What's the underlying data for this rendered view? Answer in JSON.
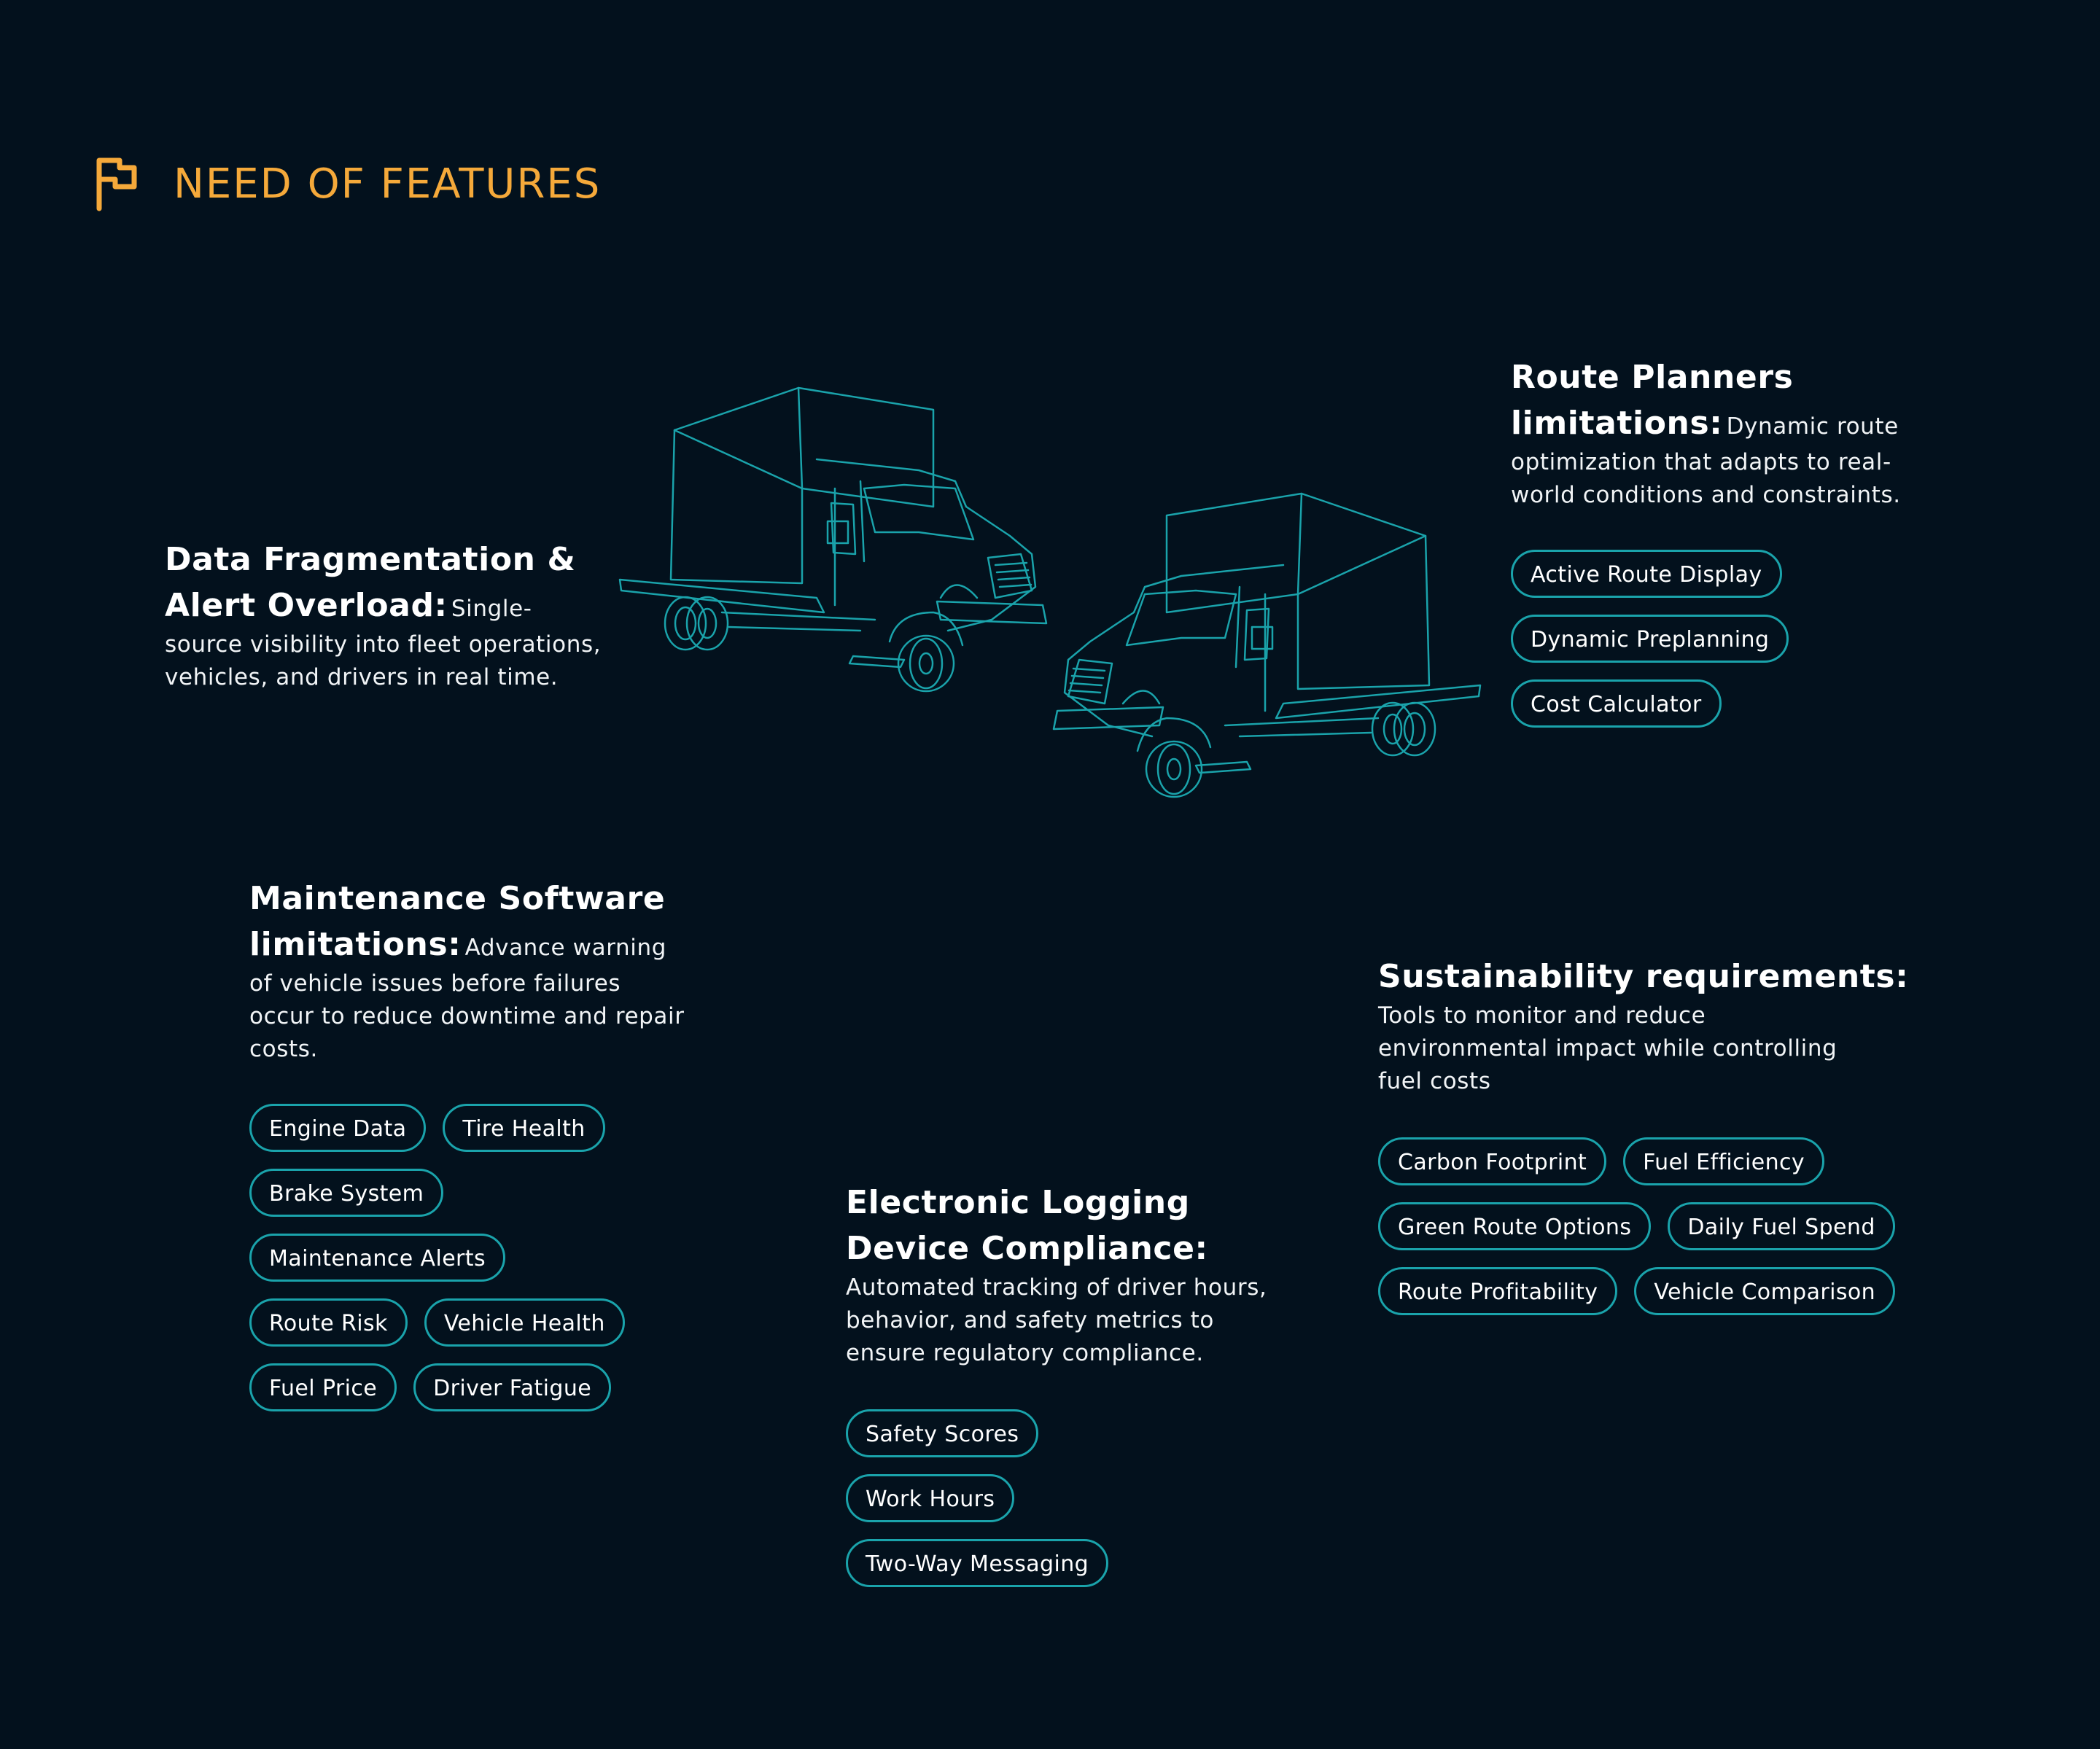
{
  "header": {
    "title": "NEED OF FEATURES",
    "icon": "flag-icon",
    "accent_color": "#f5a93a"
  },
  "sections": {
    "data_fragmentation": {
      "heading": "Data Fragmentation & Alert Overload:",
      "description": "Single-source visibility into fleet operations, vehicles, and drivers in real time."
    },
    "route_planners": {
      "heading": "Route Planners limitations:",
      "description": "Dynamic route optimization that adapts to real-world conditions and constraints.",
      "features": [
        "Active Route Display",
        "Dynamic Preplanning",
        "Cost Calculator"
      ]
    },
    "maintenance": {
      "heading": "Maintenance Software limitations:",
      "description": "Advance warning of vehicle issues before failures occur to reduce downtime and repair costs.",
      "features": [
        "Engine Data",
        "Tire Health",
        "Brake System",
        "Maintenance Alerts",
        "Route Risk",
        "Vehicle Health",
        "Fuel Price",
        "Driver Fatigue"
      ]
    },
    "sustainability": {
      "heading": "Sustainability requirements:",
      "description": "Tools to monitor and reduce environmental impact while controlling fuel costs",
      "features": [
        "Carbon Footprint",
        "Fuel Efficiency",
        "Green Route Options",
        "Daily Fuel Spend",
        "Route Profitability",
        "Vehicle Comparison"
      ]
    },
    "eld": {
      "heading": "Electronic Logging Device Compliance:",
      "description": "Automated tracking of driver hours, behavior, and safety metrics to ensure regulatory compliance.",
      "features": [
        "Safety Scores",
        "Work Hours",
        "Two-Way Messaging"
      ]
    }
  },
  "illustration": {
    "icon": "truck-icon",
    "line_color": "#1aa3ab"
  }
}
